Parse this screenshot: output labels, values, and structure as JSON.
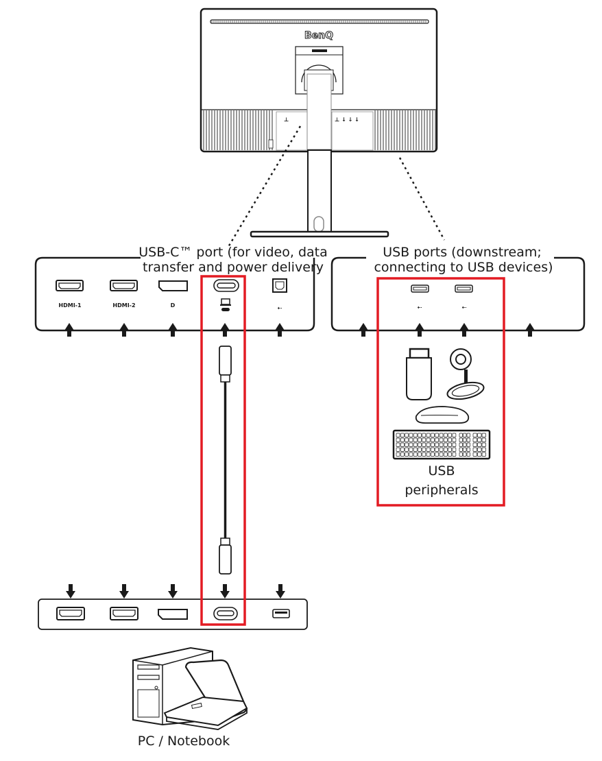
{
  "diagram": {
    "title": "Monitor connection diagram",
    "monitor": {
      "brand": "BenQ",
      "label_plate": "BenQ"
    },
    "callouts": {
      "usbc": {
        "line1": "USB-C™ port (for video, data",
        "line2": "transfer and power delivery"
      },
      "usb_downstream": {
        "line1": "USB ports (downstream;",
        "line2": "connecting to USB devices)"
      }
    },
    "monitor_ports": [
      {
        "id": "hdmi-1",
        "icon": "hdmi-port-icon",
        "label": "HDMI-1"
      },
      {
        "id": "hdmi-2",
        "icon": "hdmi-port-icon",
        "label": "HDMI-2"
      },
      {
        "id": "displayport",
        "icon": "displayport-icon",
        "label": "D"
      },
      {
        "id": "usb-c",
        "icon": "usb-c-port-icon",
        "label": "laptop-usb-c-symbol",
        "highlighted": true
      },
      {
        "id": "usb-b",
        "icon": "usb-b-port-icon",
        "label": "USB upstream symbol"
      }
    ],
    "usb_downstream_ports": [
      {
        "id": "usb-a-1",
        "icon": "usb-a-port-icon",
        "label": "USB symbol"
      },
      {
        "id": "usb-a-2",
        "icon": "usb-a-port-icon",
        "label": "USB symbol"
      }
    ],
    "peripherals": {
      "label_line1": "USB",
      "label_line2": "peripherals",
      "items": [
        "usb-flash-drive",
        "webcam",
        "mouse",
        "keyboard"
      ]
    },
    "pc_ports": [
      {
        "id": "pc-hdmi-1",
        "icon": "hdmi-port-icon"
      },
      {
        "id": "pc-hdmi-2",
        "icon": "hdmi-port-icon"
      },
      {
        "id": "pc-displayport",
        "icon": "displayport-icon"
      },
      {
        "id": "pc-usb-c",
        "icon": "usb-c-port-icon",
        "highlighted": true
      },
      {
        "id": "pc-usb-a",
        "icon": "usb-a-port-icon"
      }
    ],
    "cable": {
      "type": "USB-C to USB-C"
    },
    "pc_label": "PC / Notebook",
    "colors": {
      "highlight": "#e31b23",
      "line": "#1a1a1a",
      "background": "#ffffff"
    }
  }
}
